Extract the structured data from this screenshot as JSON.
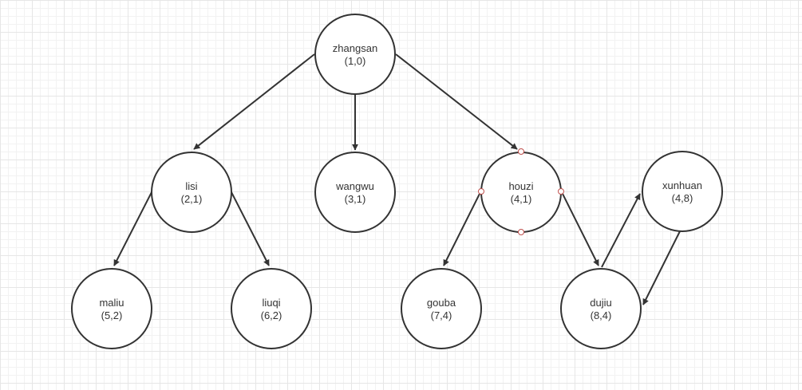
{
  "nodes": [
    {
      "id": "zhangsan",
      "label": "zhangsan",
      "sub": "(1,0)"
    },
    {
      "id": "lisi",
      "label": "lisi",
      "sub": "(2,1)"
    },
    {
      "id": "wangwu",
      "label": "wangwu",
      "sub": "(3,1)"
    },
    {
      "id": "houzi",
      "label": "houzi",
      "sub": "(4,1)"
    },
    {
      "id": "xunhuan",
      "label": "xunhuan",
      "sub": "(4,8)"
    },
    {
      "id": "maliu",
      "label": "maliu",
      "sub": "(5,2)"
    },
    {
      "id": "liuqi",
      "label": "liuqi",
      "sub": "(6,2)"
    },
    {
      "id": "gouba",
      "label": "gouba",
      "sub": "(7,4)"
    },
    {
      "id": "dujiu",
      "label": "dujiu",
      "sub": "(8,4)"
    }
  ],
  "edges": [
    {
      "from": "zhangsan",
      "to": "lisi"
    },
    {
      "from": "zhangsan",
      "to": "wangwu"
    },
    {
      "from": "zhangsan",
      "to": "houzi"
    },
    {
      "from": "lisi",
      "to": "maliu"
    },
    {
      "from": "lisi",
      "to": "liuqi"
    },
    {
      "from": "houzi",
      "to": "gouba"
    },
    {
      "from": "houzi",
      "to": "dujiu"
    },
    {
      "from": "dujiu",
      "to": "xunhuan"
    },
    {
      "from": "xunhuan",
      "to": "dujiu"
    }
  ],
  "selected_node": "houzi",
  "colors": {
    "stroke": "#333333",
    "handle": "#c0504d",
    "grid": "#e6e6e6"
  }
}
